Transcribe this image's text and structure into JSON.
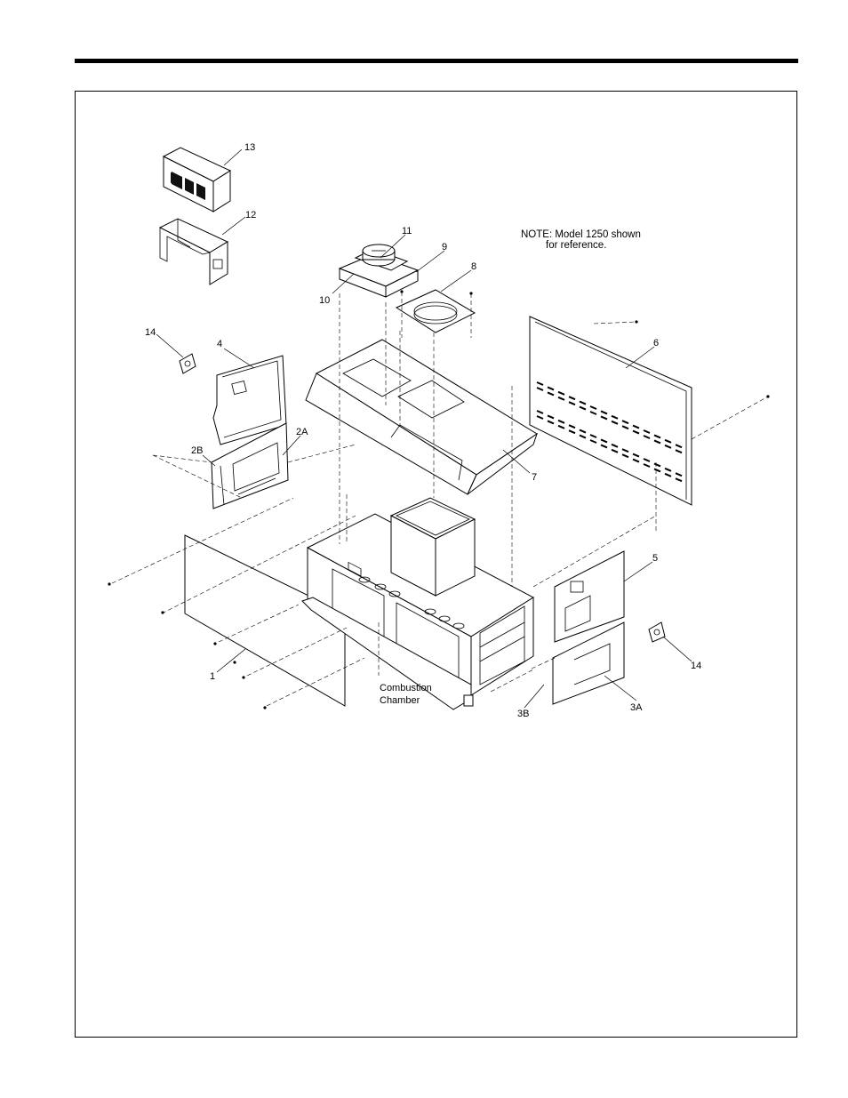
{
  "note": {
    "line1": "NOTE: Model 1250 shown",
    "line2": "for reference."
  },
  "callouts": {
    "c1": "1",
    "c2a": "2A",
    "c2b": "2B",
    "c3a": "3A",
    "c3b": "3B",
    "c4": "4",
    "c5": "5",
    "c6": "6",
    "c7": "7",
    "c8": "8",
    "c9": "9",
    "c10": "10",
    "c11": "11",
    "c12": "12",
    "c13": "13",
    "c14_left": "14",
    "c14_right": "14"
  },
  "chamber_label": {
    "line1": "Combustion",
    "line2": "Chamber"
  }
}
